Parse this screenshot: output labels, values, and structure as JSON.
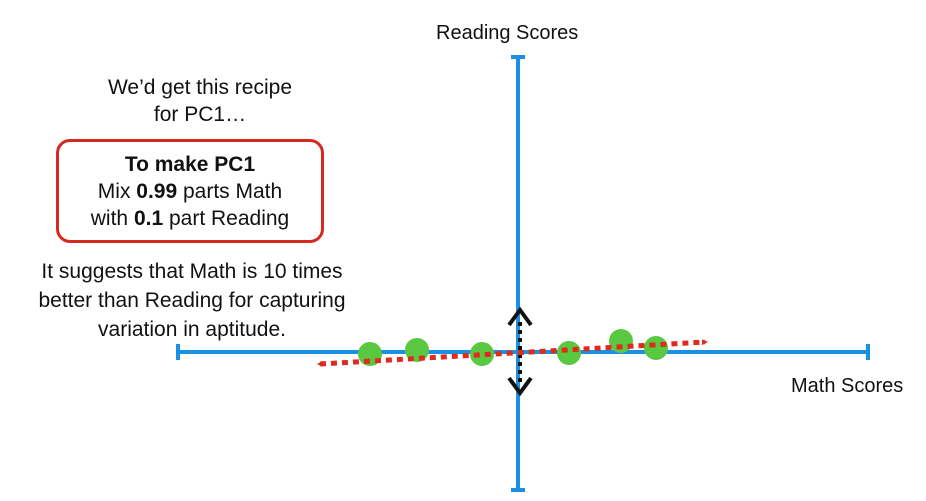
{
  "intro_text": {
    "line1": "We’d get this recipe",
    "line2": "for PC1…"
  },
  "recipe_box": {
    "title": "To make PC1",
    "line1_pre": "Mix ",
    "math_weight": "0.99",
    "line1_post": " parts Math",
    "line2_pre": "with ",
    "reading_weight": "0.1",
    "line2_post": " part Reading",
    "border_color": "#d42a1f"
  },
  "conclusion_text": {
    "line1": "It suggests that Math is 10 times",
    "line2": "better than Reading for capturing",
    "line3": "variation in aptitude."
  },
  "axes": {
    "x_label": "Math Scores",
    "y_label": "Reading Scores",
    "color": "#1a8fe3"
  },
  "points": {
    "color": "#5ac840",
    "count": 6
  },
  "pc1_arrow": {
    "color": "#e02a1c",
    "style": "dotted"
  },
  "pc2_arrow": {
    "color": "#111111",
    "style": "dotted"
  }
}
